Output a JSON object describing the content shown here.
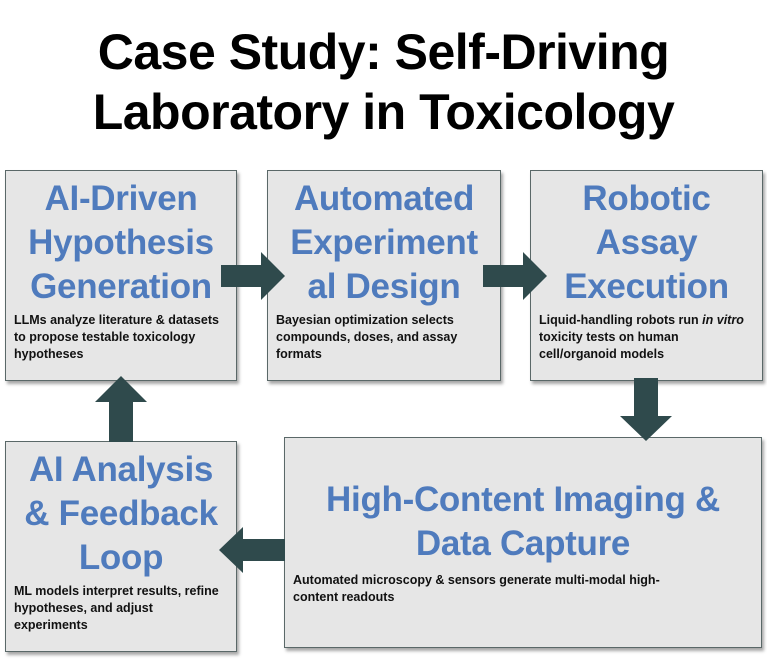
{
  "title": {
    "line1": "Case Study: Self-Driving",
    "line2": "Laboratory in Toxicology"
  },
  "colors": {
    "heading": "#4f7bbd",
    "box_fill": "#e6e6e6",
    "arrow": "#2f4a4c",
    "text": "#111111"
  },
  "steps": [
    {
      "heading_lines": [
        "AI-Driven",
        "Hypothesis",
        "Generation"
      ],
      "description": "LLMs analyze literature & datasets to propose testable toxicology hypotheses"
    },
    {
      "heading_lines": [
        "Automated",
        "Experiment",
        "al Design"
      ],
      "description": "Bayesian optimization selects compounds, doses, and assay formats"
    },
    {
      "heading_lines": [
        "Robotic",
        "Assay",
        "Execution"
      ],
      "description_pre": "Liquid-handling robots run ",
      "description_italic": "in vitro",
      "description_post": " toxicity tests on human cell/organoid models"
    },
    {
      "heading_lines": [
        "High-Content Imaging &",
        "Data Capture"
      ],
      "description": "Automated microscopy & sensors generate multi-modal high-content readouts"
    },
    {
      "heading_lines": [
        "AI Analysis",
        "& Feedback",
        "Loop"
      ],
      "description": "ML models interpret results, refine hypotheses, and adjust experiments"
    }
  ],
  "arrows": [
    {
      "from": "AI-Driven Hypothesis Generation",
      "to": "Automated Experimental Design",
      "direction": "right"
    },
    {
      "from": "Automated Experimental Design",
      "to": "Robotic Assay Execution",
      "direction": "right"
    },
    {
      "from": "Robotic Assay Execution",
      "to": "High-Content Imaging & Data Capture",
      "direction": "down"
    },
    {
      "from": "High-Content Imaging & Data Capture",
      "to": "AI Analysis & Feedback Loop",
      "direction": "left"
    },
    {
      "from": "AI Analysis & Feedback Loop",
      "to": "AI-Driven Hypothesis Generation",
      "direction": "up"
    }
  ]
}
